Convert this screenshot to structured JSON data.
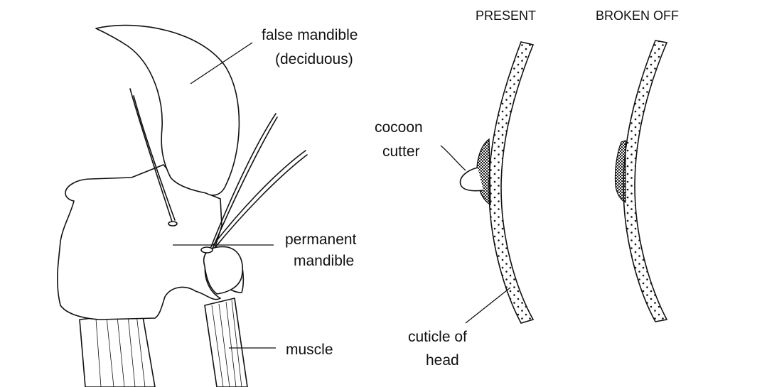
{
  "headings": {
    "present": "PRESENT",
    "broken_off": "BROKEN OFF"
  },
  "labels": {
    "false_mandible_line1": "false mandible",
    "false_mandible_line2": "(deciduous)",
    "permanent_mandible_line1": "permanent",
    "permanent_mandible_line2": "mandible",
    "muscle": "muscle",
    "cocoon_cutter_line1": "cocoon",
    "cocoon_cutter_line2": "cutter",
    "cuticle_line1": "cuticle of",
    "cuticle_line2": "head"
  }
}
